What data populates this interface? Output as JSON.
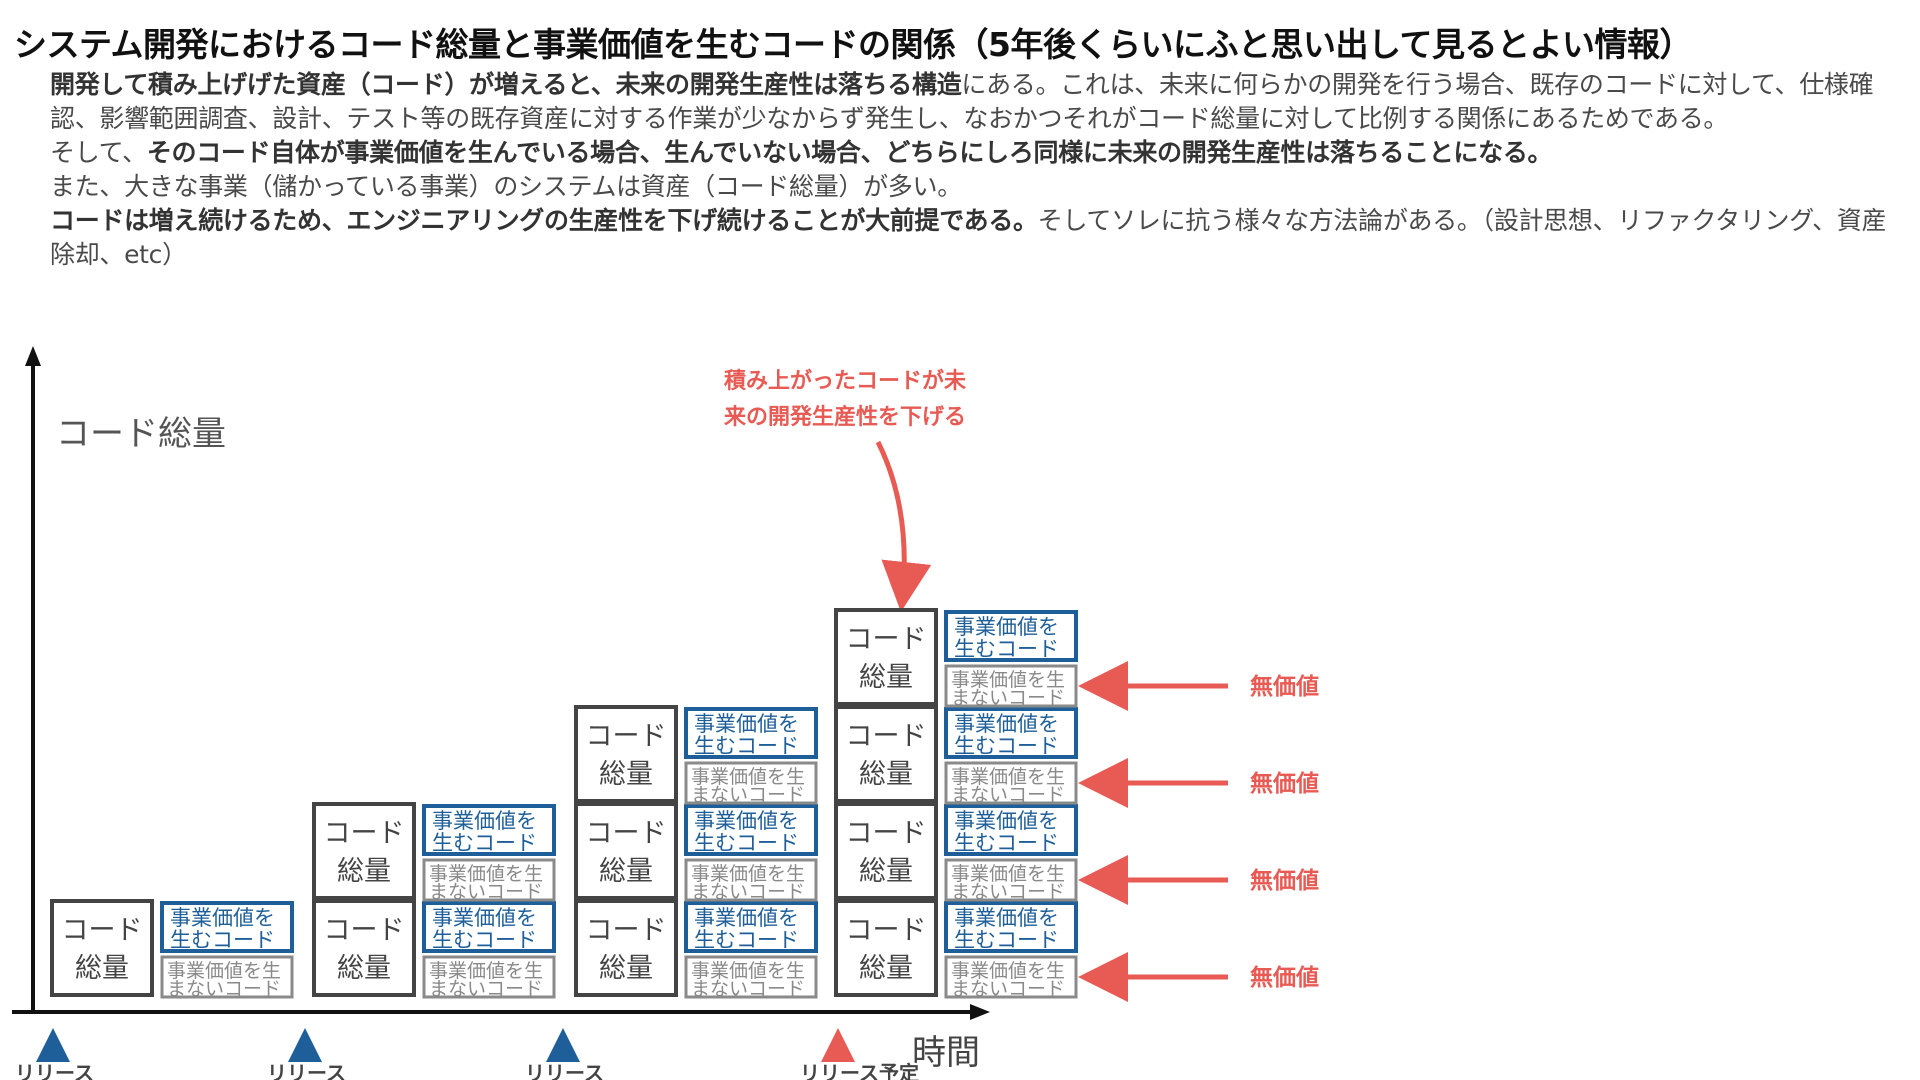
{
  "title": "システム開発におけるコード総量と事業価値を生むコードの関係（5年後くらいにふと思い出して見るとよい情報）",
  "description": {
    "p1": {
      "bold": "開発して積み上げげた資産（コード）が増えると、未来の開発生産性は落ちる構造",
      "normal": "にある。これは、未来に何らかの開発を行う場合、既存のコードに対して、仕様確認、影響範囲調査、設計、テスト等の既存資産に対する作業が少なからず発生し、なおかつそれがコード総量に対して比例する関係にあるためである。"
    },
    "p2": {
      "prefix": "そして、",
      "bold": "そのコード自体が事業価値を生んでいる場合、生んでいない場合、どちらにしろ同様に未来の開発生産性は落ちることになる。"
    },
    "p3": "また、大きな事業（儲かっている事業）のシステムは資産（コード総量）が多い。",
    "p4": {
      "bold": "コードは増え続けるため、エンジニアリングの生産性を下げ続けることが大前提である。",
      "normal": "そしてソレに抗う様々な方法論がある。（設計思想、リファクタリング、資産除却、etc）"
    }
  },
  "axes": {
    "y_label": "コード総量",
    "x_label": "時間"
  },
  "block_labels": {
    "total": [
      "コード",
      "総量"
    ],
    "value": [
      "事業価値を",
      "生むコード"
    ],
    "novalue": [
      "事業価値を生",
      "まないコード"
    ]
  },
  "releases": [
    {
      "label": "リリース",
      "stack_height": 1,
      "planned": false
    },
    {
      "label": "リリース",
      "stack_height": 2,
      "planned": false
    },
    {
      "label": "リリース",
      "stack_height": 3,
      "planned": false
    },
    {
      "label": "リリース予定",
      "stack_height": 4,
      "planned": true
    }
  ],
  "annotation": {
    "text": [
      "積み上がったコードが未",
      "来の開発生産性を下げる"
    ]
  },
  "no_value_label": "無価値",
  "colors": {
    "axis": "#111111",
    "block_border": "#444444",
    "value_blue": "#1f5f99",
    "novalue_gray": "#8a8a8a",
    "accent_red": "#e85a54",
    "release_blue": "#1f5f99",
    "text_gray": "#555555"
  },
  "icons": {
    "release_marker": "triangle-up-icon",
    "pointer": "arrow-icon"
  }
}
